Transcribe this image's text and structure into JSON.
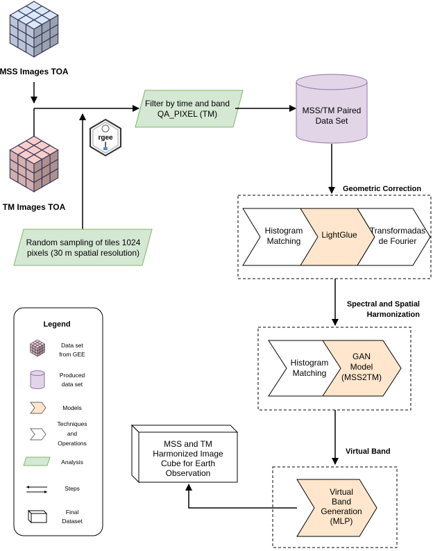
{
  "inputs": {
    "mss_label": "MSS Images TOA",
    "tm_label": "TM Images TOA",
    "cube_color_mss": "#dae8fc",
    "cube_color_tm": "#f8cecc"
  },
  "filter_box": {
    "line1": "Filter by time and band",
    "line2": "QA_PIXEL (TM)"
  },
  "sampling_box": {
    "line1": "Random sampling of tiles 1024",
    "line2": "pixels (30 m spatial resolution)"
  },
  "rgee_logo": {
    "text": "rgee",
    "icon": "rgee-hex-logo"
  },
  "paired_dataset": {
    "line1": "MSS/TM Paired",
    "line2": "Data Set"
  },
  "geometric": {
    "title": "Geometric Correction",
    "steps": [
      {
        "line1": "Histogram",
        "line2": "Matching"
      },
      {
        "line1": "LightGlue",
        "line2": ""
      },
      {
        "line1": "Transformadas",
        "line2": "de Fourier"
      }
    ]
  },
  "spectral": {
    "title_line1": "Spectral and Spatial",
    "title_line2": "Harmonization",
    "steps": [
      {
        "line1": "Histogram",
        "line2": "Matching",
        "line3": ""
      },
      {
        "line1": "GAN",
        "line2": "Model",
        "line3": "(MSS2TM)"
      }
    ]
  },
  "virtual": {
    "title": "Virtual Band",
    "line1": "Virtual",
    "line2": "Band",
    "line3": "Generation",
    "line4": "(MLP)"
  },
  "final_cube": {
    "line1": "MSS and TM",
    "line2": "Harmonized Image",
    "line3": "Cube for Earth",
    "line4": "Observation"
  },
  "legend": {
    "title": "Legend",
    "items": [
      {
        "line1": "Data set",
        "line2": "from GEE",
        "line3": ""
      },
      {
        "line1": "Produced",
        "line2": "data set",
        "line3": ""
      },
      {
        "line1": "Models",
        "line2": "",
        "line3": ""
      },
      {
        "line1": "Techniques",
        "line2": "and",
        "line3": "Operations"
      },
      {
        "line1": "Analysis",
        "line2": "",
        "line3": ""
      },
      {
        "line1": "Steps",
        "line2": "",
        "line3": ""
      },
      {
        "line1": "Final",
        "line2": "Dataset",
        "line3": ""
      }
    ]
  },
  "colors": {
    "analysis_fill": "#d5e8d4",
    "analysis_stroke": "#82b366",
    "dataset_fill": "#e1d5e7",
    "dataset_stroke": "#9673a6",
    "model_fill": "#ffe6cc",
    "model_stroke": "#000000",
    "technique_fill": "#ffffff"
  }
}
